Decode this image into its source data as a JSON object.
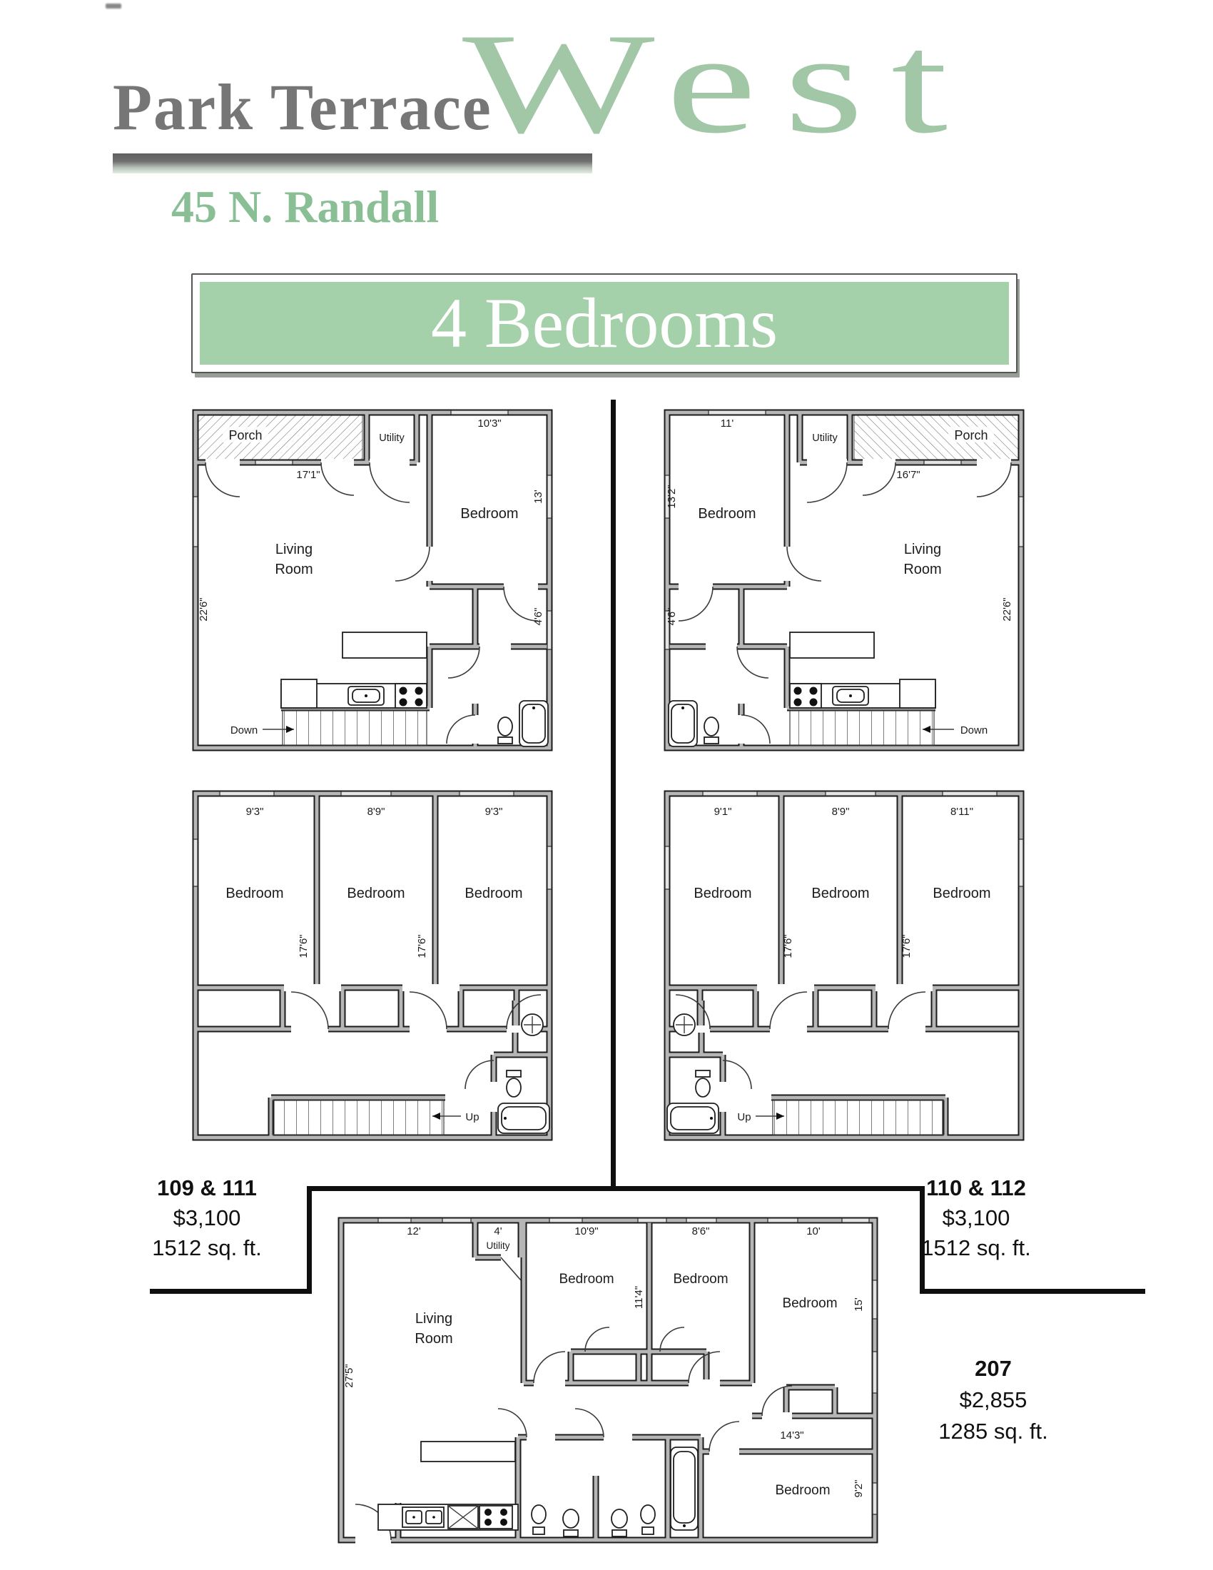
{
  "header": {
    "title": "Park Terrace",
    "address": "45 N. Randall",
    "brand": "West"
  },
  "banner": {
    "title": "4 Bedrooms"
  },
  "units": {
    "left": {
      "name": "109 & 111",
      "price": "$3,100",
      "sqft": "1512 sq. ft."
    },
    "right": {
      "name": "110 & 112",
      "price": "$3,100",
      "sqft": "1512 sq. ft."
    },
    "bottom": {
      "name": "207",
      "price": "$2,855",
      "sqft": "1285 sq. ft."
    }
  },
  "plans": {
    "ff_left": {
      "porch": "Porch",
      "utility": "Utility",
      "bedroom": "Bedroom",
      "living1": "Living",
      "living2": "Room",
      "stairs": "Down",
      "dim_top": "10'3\"",
      "dim_bed_side": "13'",
      "dim_porch": "17'1\"",
      "dim_side": "22'6\"",
      "dim_hall": "4'6\""
    },
    "ff_right": {
      "porch": "Porch",
      "utility": "Utility",
      "bedroom": "Bedroom",
      "living1": "Living",
      "living2": "Room",
      "stairs": "Down",
      "dim_top": "11'",
      "dim_bed_side": "13'2\"",
      "dim_porch": "16'7\"",
      "dim_side": "22'6\"",
      "dim_hall": "4'6\""
    },
    "sf_left": {
      "bedroom": "Bedroom",
      "stairs": "Up",
      "dim_b1": "9'3\"",
      "dim_b2": "8'9\"",
      "dim_b3": "9'3\"",
      "dim_d1": "17'6\"",
      "dim_d2": "17'6\""
    },
    "sf_right": {
      "bedroom": "Bedroom",
      "stairs": "Up",
      "dim_b1": "9'1\"",
      "dim_b2": "8'9\"",
      "dim_b3": "8'11\"",
      "dim_d1": "17'6\"",
      "dim_d2": "17'6\""
    },
    "p207": {
      "living1": "Living",
      "living2": "Room",
      "utility": "Utility",
      "bedroom": "Bedroom",
      "dim_12": "12'",
      "dim_4": "4'",
      "dim_109": "10'9\"",
      "dim_86": "8'6\"",
      "dim_10": "10'",
      "dim_114": "11'4\"",
      "dim_15": "15'",
      "dim_275": "27'5\"",
      "dim_143": "14'3\"",
      "dim_92": "9'2\""
    }
  },
  "colors": {
    "banner_green": "#a5d1aa",
    "brand_green": "#a2c7a7",
    "address_green": "#8abf96",
    "title_gray": "#767676"
  }
}
